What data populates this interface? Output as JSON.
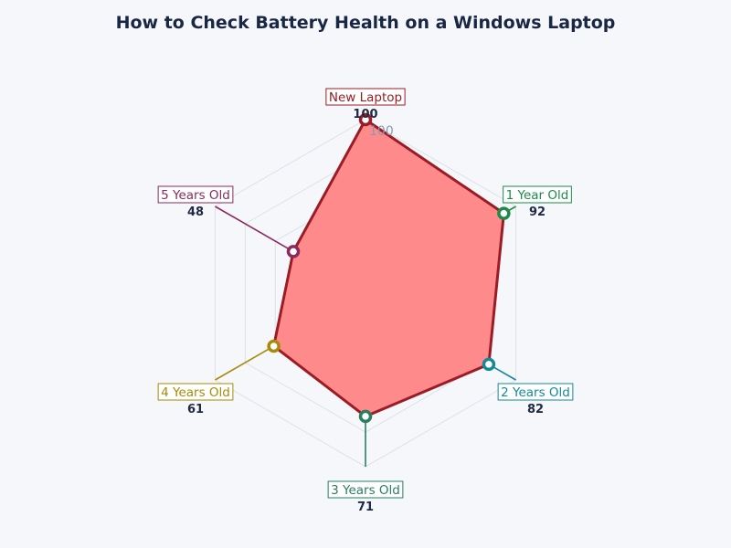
{
  "chart_data": {
    "type": "radar",
    "title": "How to Check Battery Health on a Windows Laptop",
    "categories": [
      "New Laptop",
      "1 Year Old",
      "2 Years Old",
      "3 Years Old",
      "4 Years Old",
      "5 Years Old"
    ],
    "values": [
      100,
      92,
      82,
      71,
      61,
      48
    ],
    "value_labels": [
      "100",
      "92",
      "82",
      "71",
      "61",
      "48"
    ],
    "radial_range": [
      0,
      100
    ],
    "radial_tick_label": "100",
    "grid": true,
    "fill_color": "#ff8a8c",
    "line_color": "#9b1c24",
    "category_colors": [
      "#9b1c24",
      "#1e8a4a",
      "#15899a",
      "#2a7d5e",
      "#a88a0a",
      "#8a2a5e"
    ]
  }
}
